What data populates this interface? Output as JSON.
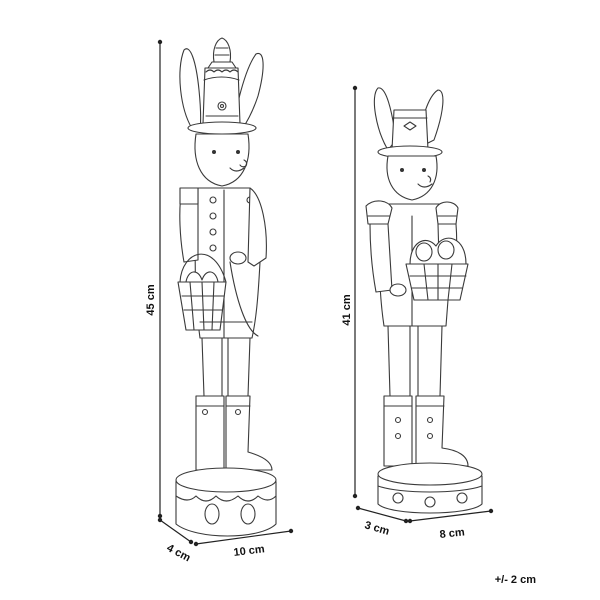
{
  "dimensions": {
    "left_height": "45 cm",
    "left_depth": "4 cm",
    "left_width": "10 cm",
    "right_height": "41 cm",
    "right_depth": "3 cm",
    "right_width": "8 cm"
  },
  "tolerance": "+/- 2 cm",
  "figures": [
    {
      "name": "left-rabbit-nutcracker"
    },
    {
      "name": "right-rabbit-nutcracker"
    }
  ]
}
